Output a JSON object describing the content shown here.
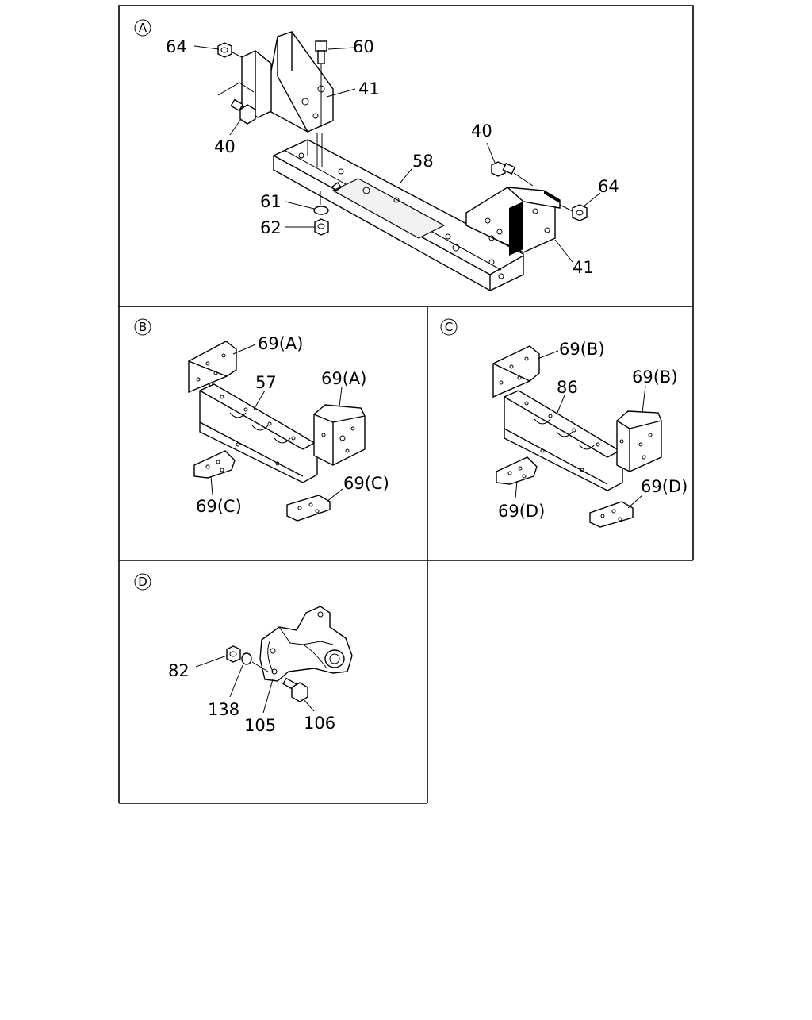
{
  "panels": {
    "A": {
      "letter": "A",
      "labels": {
        "l64a": "64",
        "l60": "60",
        "l41a": "41",
        "l40a": "40",
        "l58": "58",
        "l40b": "40",
        "l64b": "64",
        "l61": "61",
        "l62": "62",
        "l41b": "41"
      }
    },
    "B": {
      "letter": "B",
      "labels": {
        "l69A1": "69(A)",
        "l57": "57",
        "l69A2": "69(A)",
        "l69C1": "69(C)",
        "l69C2": "69(C)"
      }
    },
    "C": {
      "letter": "C",
      "labels": {
        "l69B1": "69(B)",
        "l86": "86",
        "l69B2": "69(B)",
        "l69D1": "69(D)",
        "l69D2": "69(D)"
      }
    },
    "D": {
      "letter": "D",
      "labels": {
        "l82": "82",
        "l138": "138",
        "l105": "105",
        "l106": "106"
      }
    }
  }
}
